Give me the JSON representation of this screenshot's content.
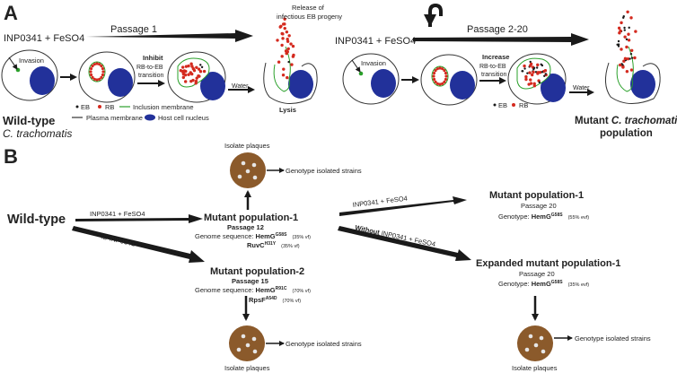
{
  "panel_a": {
    "label": "A",
    "treatment_1": "INP0341 + FeSO4",
    "passage_1": "Passage 1",
    "invasion_1": "Invasion",
    "inhibit_bold": "Inhibit",
    "inhibit_l2": "RB-to-EB",
    "inhibit_l3": "transition",
    "water_1": "Water",
    "release_l1": "Release of",
    "release_l2": "infectious EB progeny",
    "lysis": "Lysis",
    "legend_eb": "EB",
    "legend_rb": "RB",
    "legend_inclusion": "Inclusion membrane",
    "legend_plasma": "Plasma membrane",
    "legend_nucleus": "Host cell nucleus",
    "wild_type": "Wild-type",
    "species": "C. trachomatis",
    "treatment_2": "INP0341 + FeSO4",
    "passage_2": "Passage 2-20",
    "invasion_2": "Invasion",
    "increase_bold": "Increase",
    "increase_l2": "RB-to-EB",
    "increase_l3": "transition",
    "water_2": "Water",
    "legend2_eb": "EB",
    "legend2_rb": "RB",
    "mutant_l1_a": "Mutant",
    "mutant_l1_b": "C. trachomatis",
    "mutant_l2": "population",
    "colors": {
      "nucleus": "#22319a",
      "rb": "#d42a1f",
      "eb": "#1a1a1a",
      "inclusion": "#2aa02a",
      "plaque": "#8b5a2b"
    }
  },
  "panel_b": {
    "label": "B",
    "wild_type": "Wild-type",
    "arrow_treat_label": "INP0341 + FeSO4",
    "arrow_is_label": "IS-INP0341",
    "top_isolate": "Isolate plaques",
    "top_genotype": "Genotype isolated strains",
    "mp1_title": "Mutant population-1",
    "mp1_passage": "Passage 12",
    "mp1_genome_label": "Genome sequence: ",
    "mp1_gene1": "HemG",
    "mp1_gene1_sup": "G58S",
    "mp1_gene1_vf": "(35% vf)",
    "mp1_gene2": "RuvC",
    "mp1_gene2_sup": "H31Y",
    "mp1_gene2_vf": "(35% vf)",
    "mp2_title": "Mutant population-2",
    "mp2_passage": "Passage 15",
    "mp2_genome_label": "Genome sequence: ",
    "mp2_gene1": "HemG",
    "mp2_gene1_sup": "R91C",
    "mp2_gene1_vf": "(70% vf)",
    "mp2_gene2": "RpsF",
    "mp2_gene2_sup": "A54D",
    "mp2_gene2_vf": "(70% vf)",
    "bottom_isolate": "Isolate plaques",
    "bottom_genotype": "Genotype isolated strains",
    "right_treat_label": "INP0341 + FeSO4",
    "right_without_bold": "Without",
    "right_without_rest": " INP0341 + FeSO4",
    "rmp1_title": "Mutant population-1",
    "rmp1_passage": "Passage 20",
    "rmp1_genotype_label": "Genotype: ",
    "rmp1_gene": "HemG",
    "rmp1_gene_sup": "G58S",
    "rmp1_vf": "(55% evf)",
    "exp_title": "Expanded mutant population-1",
    "exp_passage": "Passage 20",
    "exp_genotype_label": "Genotype: ",
    "exp_gene": "HemG",
    "exp_gene_sup": "G58S",
    "exp_vf": "(35% evf)",
    "right_isolate": "Isolate plaques",
    "right_genotype": "Genotype isolated strains"
  }
}
